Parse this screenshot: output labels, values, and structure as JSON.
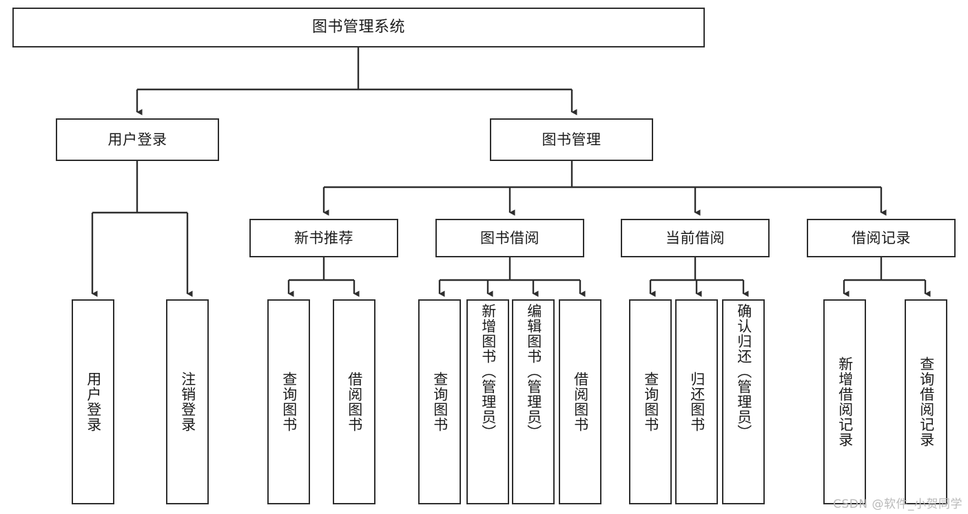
{
  "diagram": {
    "type": "tree",
    "title": "图书管理系统",
    "root": {
      "label": "图书管理系统"
    },
    "level2": [
      {
        "label": "用户登录"
      },
      {
        "label": "图书管理"
      }
    ],
    "level3": [
      {
        "label": "新书推荐"
      },
      {
        "label": "图书借阅"
      },
      {
        "label": "当前借阅"
      },
      {
        "label": "借阅记录"
      }
    ],
    "leaves": {
      "user_login": [
        {
          "label": "用户登录"
        },
        {
          "label": "注销登录"
        }
      ],
      "new_book_recommend": [
        {
          "label": "查询图书"
        },
        {
          "label": "借阅图书"
        }
      ],
      "book_borrow": [
        {
          "label": "查询图书"
        },
        {
          "label": "新增图书（管理员）"
        },
        {
          "label": "编辑图书（管理员）"
        },
        {
          "label": "借阅图书"
        }
      ],
      "current_borrow": [
        {
          "label": "查询图书"
        },
        {
          "label": "归还图书"
        },
        {
          "label": "确认归还（管理员）"
        }
      ],
      "borrow_record": [
        {
          "label": "新增借阅记录"
        },
        {
          "label": "查询借阅记录"
        }
      ]
    }
  },
  "watermark": {
    "text": "CSDN @软件_小贺同学"
  },
  "colors": {
    "stroke": "#2e2e2e",
    "fill": "#ffffff",
    "text": "#1b1b1b",
    "watermark": "#b9b9b9"
  }
}
